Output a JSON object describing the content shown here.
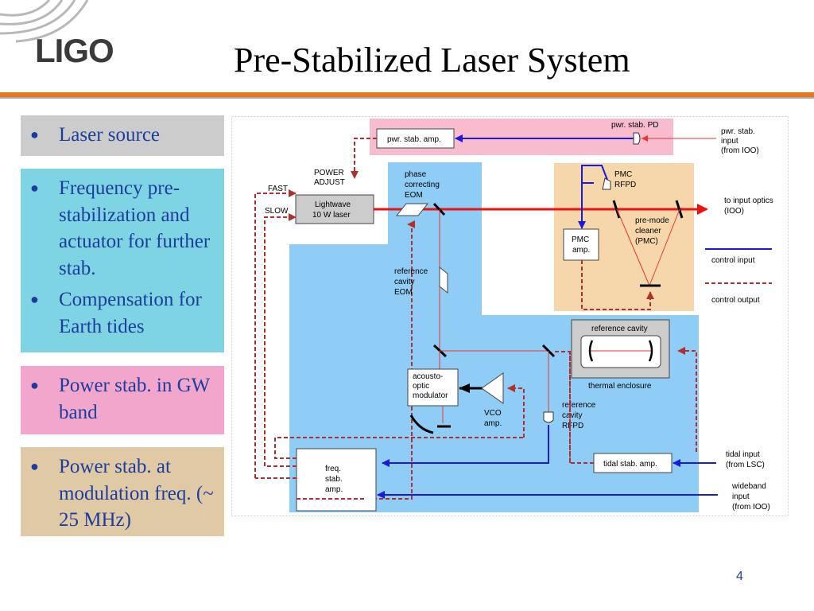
{
  "header": {
    "logo": "LIGO",
    "title": "Pre-Stabilized Laser System"
  },
  "sidebar": {
    "boxes": [
      {
        "bg": "#cccccc",
        "items": [
          "Laser source"
        ]
      },
      {
        "bg": "#7fd4e3",
        "items": [
          "Frequency pre-stabilization and actuator for further stab.",
          "Compensation for Earth tides"
        ]
      },
      {
        "bg": "#f2a6cb",
        "items": [
          "Power stab. in GW band"
        ]
      },
      {
        "bg": "#e0caa6",
        "items": [
          "Power stab. at modulation freq. (~ 25 MHz)"
        ]
      }
    ]
  },
  "diagram": {
    "pwr_stab_pd": "pwr. stab. PD",
    "pwr_stab_amp": "pwr. stab. amp.",
    "pwr_stab_input": [
      "pwr. stab.",
      "input",
      "(from IOO)"
    ],
    "power_adjust": [
      "POWER",
      "ADJUST"
    ],
    "fast": "FAST",
    "slow": "SLOW",
    "laser": [
      "Lightwave",
      "10 W laser"
    ],
    "phase_eom": [
      "phase",
      "correcting",
      "EOM"
    ],
    "pmc_rfpd": [
      "PMC",
      "RFPD"
    ],
    "to_input_optics": [
      "to input optics",
      "(IOO)"
    ],
    "pmc_amp": [
      "PMC",
      "amp."
    ],
    "pre_mode_cleaner": [
      "pre-mode",
      "cleaner",
      "(PMC)"
    ],
    "legend_control_input": "control input",
    "legend_control_output": "control output",
    "ref_cavity_eom": [
      "reference",
      "cavity",
      "EOM"
    ],
    "reference_cavity": "reference cavity",
    "thermal_enclosure": "thermal enclosure",
    "aom": [
      "acousto-",
      "optic",
      "modulator"
    ],
    "vco_amp": [
      "VCO",
      "amp."
    ],
    "ref_cavity_rfpd": [
      "reference",
      "cavity",
      "RFPD"
    ],
    "tidal_input": [
      "tidal input",
      "(from LSC)"
    ],
    "tidal_stab_amp": "tidal stab. amp.",
    "freq_stab_amp": [
      "freq.",
      "stab.",
      "amp."
    ],
    "wideband_input": [
      "wideband",
      "input",
      "(from IOO)"
    ]
  },
  "footer": {
    "page": "4"
  }
}
